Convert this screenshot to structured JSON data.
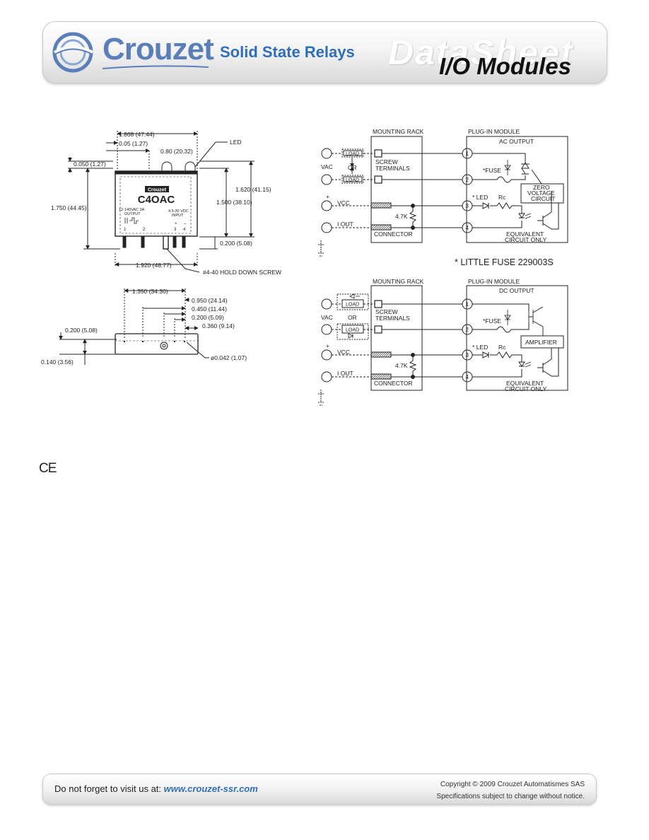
{
  "header": {
    "brand": "Crouzet",
    "product_line": "Solid State Relays",
    "watermark": "DataSheet",
    "series": "I/O Modules"
  },
  "module_drawing": {
    "dims": {
      "overall_width": "1.868 (47.44)",
      "pin_offset": "0.05 (1.27)",
      "led_offset": "0.80 (20.32)",
      "top_offset": "0.050 (1.27)",
      "led": "LED",
      "total_height": "1.750 (44.45)",
      "body_height": "1.620 (41.15)",
      "pin_height": "1.500 (38.10)",
      "pin_length": "0.200 (5.08)",
      "base_width": "1.920 (48.77)",
      "screw": "#4-40 HOLD DOWN SCREW"
    },
    "label": {
      "logo": "Crouzet",
      "part": "C4OAC",
      "output_rating": "12-140VAC 3A",
      "output": "OUTPUT",
      "input_rating": "4.5-30 VDC",
      "input": "INPUT",
      "pins": [
        "1",
        "2",
        "3",
        "4"
      ],
      "polarity": [
        "+",
        "–"
      ]
    }
  },
  "footprint_drawing": {
    "dims": {
      "span": "1.350 (34.30)",
      "d1": "0.950 (24.14)",
      "d2": "0.450 (11.44)",
      "d3": "0.200 (5.09)",
      "d4": "0.360 (9.14)",
      "edge": "0.200 (5.08)",
      "row": "0.140 (3.56)",
      "hole": "ø0.042 (1.07)"
    }
  },
  "ac_schematic": {
    "rack": "MOUNTING RACK",
    "module": "PLUG-IN MODULE",
    "output_type": "AC OUTPUT",
    "load": "LOAD",
    "or": "OR",
    "vac": "VAC",
    "screw_terminals": [
      "SCREW",
      "TERMINALS"
    ],
    "fuse": "*FUSE",
    "zero_voltage": [
      "ZERO",
      "VOLTAGE",
      "CIRCUIT"
    ],
    "led": "* LED",
    "rc": "Rc",
    "vcc": "VCC",
    "resistor": "4.7K",
    "iout": "I OUT",
    "connector": "CONNECTOR",
    "equivalent": [
      "EQUIVALENT",
      "CIRCUIT ONLY"
    ],
    "pins": [
      "1",
      "2",
      "3",
      "4"
    ],
    "plus": "+"
  },
  "fuse_note": "* LITTLE FUSE 229003S",
  "dc_schematic": {
    "rack": "MOUNTING RACK",
    "module": "PLUG-IN MODULE",
    "output_type": "DC OUTPUT",
    "load": "LOAD",
    "or": "OR",
    "vac": "VAC",
    "screw_terminals": [
      "SCREW",
      "TERMINALS"
    ],
    "fuse": "*FUSE",
    "amplifier": "AMPLIFIER",
    "led": "* LED",
    "rc": "Rc",
    "vcc": "VCC",
    "resistor": "4.7K",
    "iout": "I OUT",
    "connector": "CONNECTOR",
    "equivalent": [
      "EQUIVALENT",
      "CIRCUIT ONLY"
    ],
    "pins": [
      "1",
      "2",
      "3",
      "4"
    ],
    "plus": "+"
  },
  "ce_mark": "CE",
  "footer": {
    "visit_text": "Do not forget to visit us at: ",
    "url": "www.crouzet-ssr.com",
    "copyright": "Copyright © 2009 Crouzet Automatismes SAS",
    "notice": "Specifications subject to change without notice."
  }
}
